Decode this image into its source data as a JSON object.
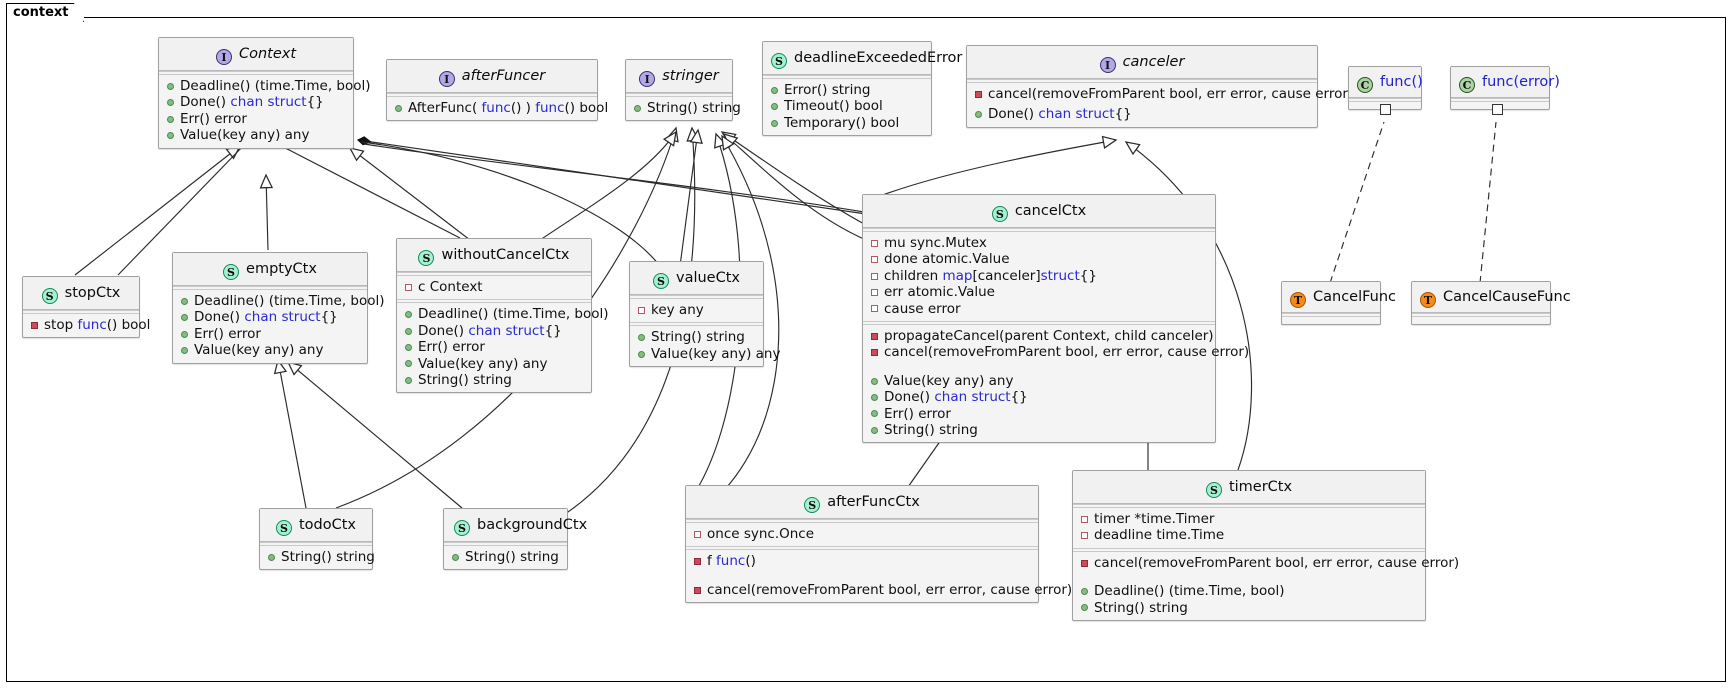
{
  "package": {
    "name": "context"
  },
  "colors": {
    "interface_circle": "#b4a7e6",
    "struct_circle": "#a6f0cf",
    "class_circle": "#add1a2",
    "type_circle": "#f58a17",
    "keyword_blue": "#2a2ad0",
    "public_marker": "#84bd84",
    "private_method_marker": "#cc4b5a",
    "node_bg": "#f4f4f4"
  },
  "nodes": {
    "context": {
      "name": "Context",
      "stereotype": "I",
      "italic": true,
      "methods": [
        {
          "vis": "pub",
          "text": "Deadline() (time.Time, bool)"
        },
        {
          "vis": "pub",
          "text": "Done() chan struct{}",
          "kw": "chan struct"
        },
        {
          "vis": "pub",
          "text": "Err() error"
        },
        {
          "vis": "pub",
          "text": "Value(key any) any"
        }
      ]
    },
    "afterFuncer": {
      "name": "afterFuncer",
      "stereotype": "I",
      "italic": true,
      "methods": [
        {
          "vis": "pub",
          "text": "AfterFunc( func() ) func() bool"
        }
      ]
    },
    "stringer": {
      "name": "stringer",
      "stereotype": "I",
      "italic": true,
      "methods": [
        {
          "vis": "pub",
          "text": "String() string"
        }
      ]
    },
    "deadlineExceededError": {
      "name": "deadlineExceededError",
      "stereotype": "S",
      "italic": false,
      "methods": [
        {
          "vis": "pub",
          "text": "Error() string"
        },
        {
          "vis": "pub",
          "text": "Timeout() bool"
        },
        {
          "vis": "pub",
          "text": "Temporary() bool"
        }
      ]
    },
    "canceler": {
      "name": "canceler",
      "stereotype": "I",
      "italic": true,
      "methods_private": [
        {
          "vis": "privm",
          "text": "cancel(removeFromParent bool, err error, cause error)"
        }
      ],
      "methods": [
        {
          "vis": "pub",
          "text": "Done() chan struct{}"
        }
      ]
    },
    "funcEmpty": {
      "name": "func()",
      "stereotype": "C",
      "blue": true
    },
    "funcError": {
      "name": "func(error)",
      "stereotype": "C",
      "blue": true
    },
    "cancelFunc": {
      "name": "CancelFunc",
      "stereotype": "T"
    },
    "cancelCauseFunc": {
      "name": "CancelCauseFunc",
      "stereotype": "T"
    },
    "stopCtx": {
      "name": "stopCtx",
      "stereotype": "S",
      "fields": [
        {
          "vis": "privm",
          "text": "stop func() bool"
        }
      ]
    },
    "emptyCtx": {
      "name": "emptyCtx",
      "stereotype": "S",
      "methods": [
        {
          "vis": "pub",
          "text": "Deadline() (time.Time, bool)"
        },
        {
          "vis": "pub",
          "text": "Done() chan struct{}"
        },
        {
          "vis": "pub",
          "text": "Err() error"
        },
        {
          "vis": "pub",
          "text": "Value(key any) any"
        }
      ]
    },
    "withoutCancelCtx": {
      "name": "withoutCancelCtx",
      "stereotype": "S",
      "fields": [
        {
          "vis": "privf",
          "text": "c Context"
        }
      ],
      "methods": [
        {
          "vis": "pub",
          "text": "Deadline() (time.Time, bool)"
        },
        {
          "vis": "pub",
          "text": "Done() chan struct{}"
        },
        {
          "vis": "pub",
          "text": "Err() error"
        },
        {
          "vis": "pub",
          "text": "Value(key any) any"
        },
        {
          "vis": "pub",
          "text": "String() string"
        }
      ]
    },
    "valueCtx": {
      "name": "valueCtx",
      "stereotype": "S",
      "fields": [
        {
          "vis": "privf",
          "text": "key any"
        }
      ],
      "methods": [
        {
          "vis": "pub",
          "text": "String() string"
        },
        {
          "vis": "pub",
          "text": "Value(key any) any"
        }
      ]
    },
    "cancelCtx": {
      "name": "cancelCtx",
      "stereotype": "S",
      "fields": [
        {
          "vis": "privf",
          "text": "mu sync.Mutex"
        },
        {
          "vis": "privf",
          "text": "done atomic.Value"
        },
        {
          "vis": "privf",
          "text": "children map[canceler]struct{}"
        },
        {
          "vis": "privf",
          "text": "err atomic.Value"
        },
        {
          "vis": "privf",
          "text": "cause error"
        }
      ],
      "methods_private": [
        {
          "vis": "privm",
          "text": "propagateCancel(parent Context, child canceler)"
        },
        {
          "vis": "privm",
          "text": "cancel(removeFromParent bool, err error, cause error)"
        }
      ],
      "methods": [
        {
          "vis": "pub",
          "text": "Value(key any) any"
        },
        {
          "vis": "pub",
          "text": "Done() chan struct{}"
        },
        {
          "vis": "pub",
          "text": "Err() error"
        },
        {
          "vis": "pub",
          "text": "String() string"
        }
      ]
    },
    "todoCtx": {
      "name": "todoCtx",
      "stereotype": "S",
      "methods": [
        {
          "vis": "pub",
          "text": "String() string"
        }
      ]
    },
    "backgroundCtx": {
      "name": "backgroundCtx",
      "stereotype": "S",
      "methods": [
        {
          "vis": "pub",
          "text": "String() string"
        }
      ]
    },
    "afterFuncCtx": {
      "name": "afterFuncCtx",
      "stereotype": "S",
      "fields": [
        {
          "vis": "privf",
          "text": "once sync.Once"
        }
      ],
      "fields2": [
        {
          "vis": "privm",
          "text": "f func()"
        }
      ],
      "methods_private": [
        {
          "vis": "privm",
          "text": "cancel(removeFromParent bool, err error, cause error)"
        }
      ]
    },
    "timerCtx": {
      "name": "timerCtx",
      "stereotype": "S",
      "fields": [
        {
          "vis": "privf",
          "text": "timer *time.Timer"
        },
        {
          "vis": "privf",
          "text": "deadline time.Time"
        }
      ],
      "methods_private": [
        {
          "vis": "privm",
          "text": "cancel(removeFromParent bool, err error, cause error)"
        }
      ],
      "methods": [
        {
          "vis": "pub",
          "text": "Deadline() (time.Time, bool)"
        },
        {
          "vis": "pub",
          "text": "String() string"
        }
      ]
    }
  }
}
